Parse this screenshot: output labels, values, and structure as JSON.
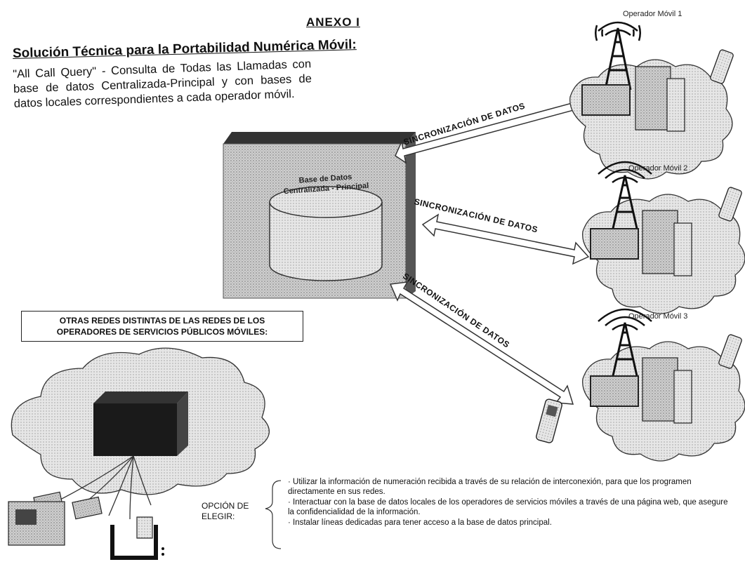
{
  "annex_title": "ANEXO I",
  "main_title": "Solución Técnica para la Portabilidad Numérica Móvil:",
  "intro_text": "\"All Call Query\" - Consulta de Todas las Llamadas con base de datos Centralizada-Principal y con bases de datos locales correspondientes a cada operador móvil.",
  "central_db": {
    "label_line1": "Base de Datos",
    "label_line2": "Centralizada - Principal"
  },
  "operators": [
    {
      "label": "Operador Móvil 1"
    },
    {
      "label": "Operador Móvil 2"
    },
    {
      "label": "Operador Móvil 3"
    }
  ],
  "sync_labels": [
    "SINCRONIZACIÓN DE DATOS",
    "SINCRONIZACIÓN DE DATOS",
    "SINCRONIZACIÓN DE DATOS"
  ],
  "other_networks": {
    "line1": "OTRAS REDES DISTINTAS DE LAS REDES DE LOS",
    "line2": "OPERADORES DE SERVICIOS PÚBLICOS MÓVILES:"
  },
  "option": {
    "label_line1": "OPCIÓN DE",
    "label_line2": "ELEGIR:",
    "items": [
      "· Utilizar la información de numeración recibida a través de su relación de interconexión, para que los programen directamente en sus redes.",
      "· Interactuar con la base de datos locales de los operadores de servicios móviles a través de una página web, que asegure la confidencialidad de la información.",
      "· Instalar líneas dedicadas para tener acceso a la base de datos principal."
    ]
  }
}
